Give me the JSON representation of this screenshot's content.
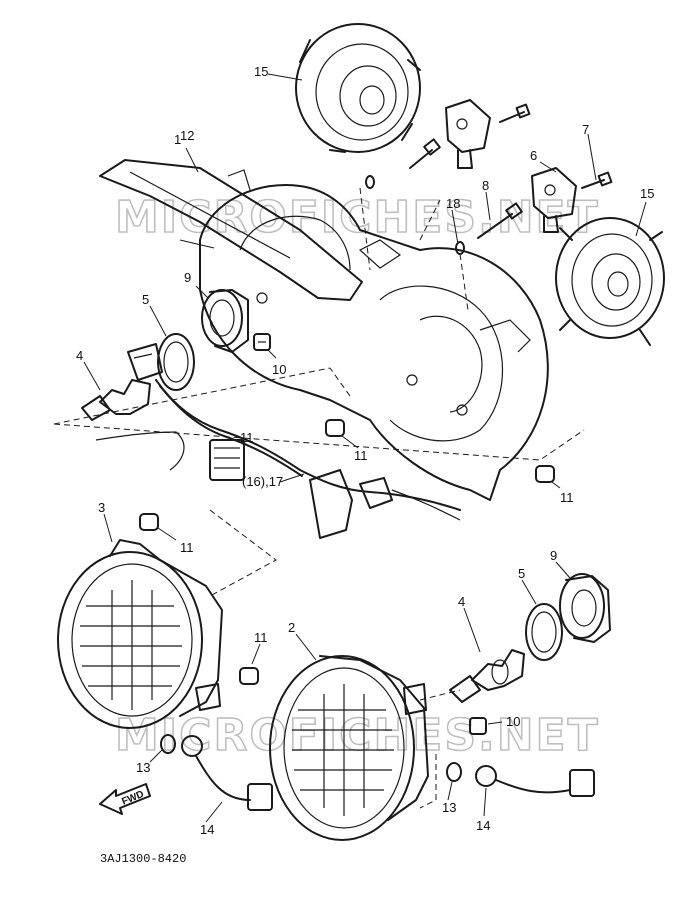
{
  "watermarks": [
    "MICROFICHES.NET",
    "MICROFICHES.NET"
  ],
  "callouts": [
    "1",
    "2",
    "3",
    "4",
    "4",
    "5",
    "5",
    "6",
    "7",
    "8",
    "9",
    "9",
    "10",
    "10",
    "11",
    "11",
    "11",
    "11",
    "11",
    "12",
    "13",
    "13",
    "14",
    "14",
    "15",
    "15",
    "18",
    "(16),17"
  ],
  "direction_label": "FWD",
  "diagram_code": "3AJ1300-8420",
  "colors": {
    "ink": "#1a1a1a",
    "watermark": "#bfbfbf",
    "background": "#ffffff"
  }
}
